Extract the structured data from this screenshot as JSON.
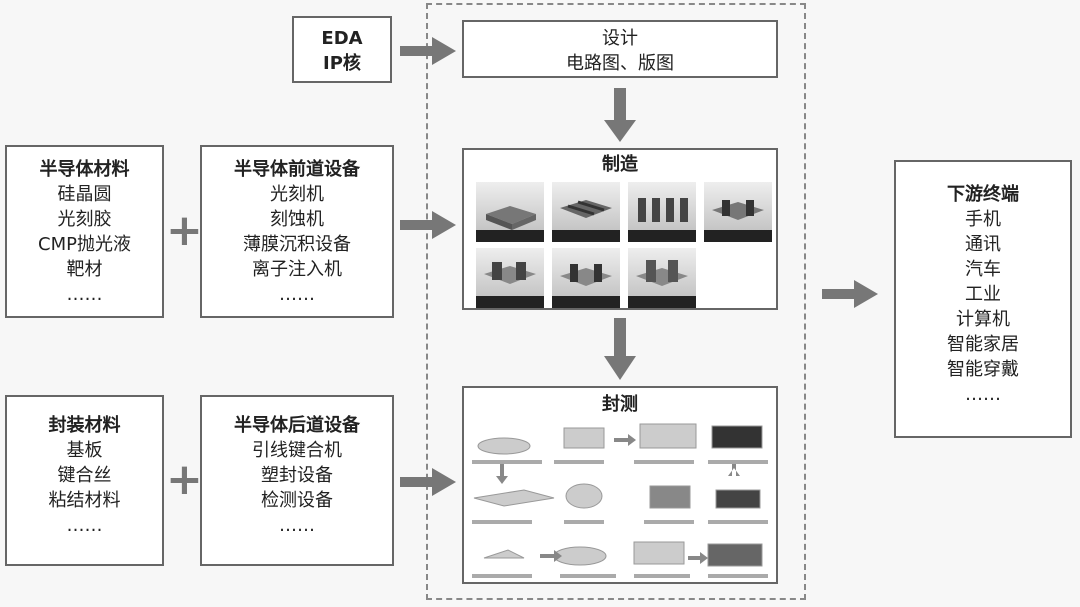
{
  "eda": {
    "line1": "EDA",
    "line2": "IP核"
  },
  "design": {
    "title": "设计",
    "subtitle": "电路图、版图"
  },
  "manufacturing": {
    "title": "制造"
  },
  "packaging_test": {
    "title": "封测"
  },
  "front_materials": {
    "title": "半导体材料",
    "items": [
      "硅晶圆",
      "光刻胶",
      "CMP抛光液",
      "靶材",
      "……"
    ]
  },
  "front_equipment": {
    "title": "半导体前道设备",
    "items": [
      "光刻机",
      "刻蚀机",
      "薄膜沉积设备",
      "离子注入机",
      "……"
    ]
  },
  "back_materials": {
    "title": "封装材料",
    "items": [
      "基板",
      "键合丝",
      "粘结材料",
      "……"
    ]
  },
  "back_equipment": {
    "title": "半导体后道设备",
    "items": [
      "引线键合机",
      "塑封设备",
      "检测设备",
      "……"
    ]
  },
  "downstream": {
    "title": "下游终端",
    "items": [
      "手机",
      "通讯",
      "汽车",
      "工业",
      "计算机",
      "智能家居",
      "智能穿戴",
      "……"
    ]
  },
  "plus_symbol": "+",
  "colors": {
    "arrow": "#777777",
    "border": "#666666",
    "dashed": "#888888"
  }
}
